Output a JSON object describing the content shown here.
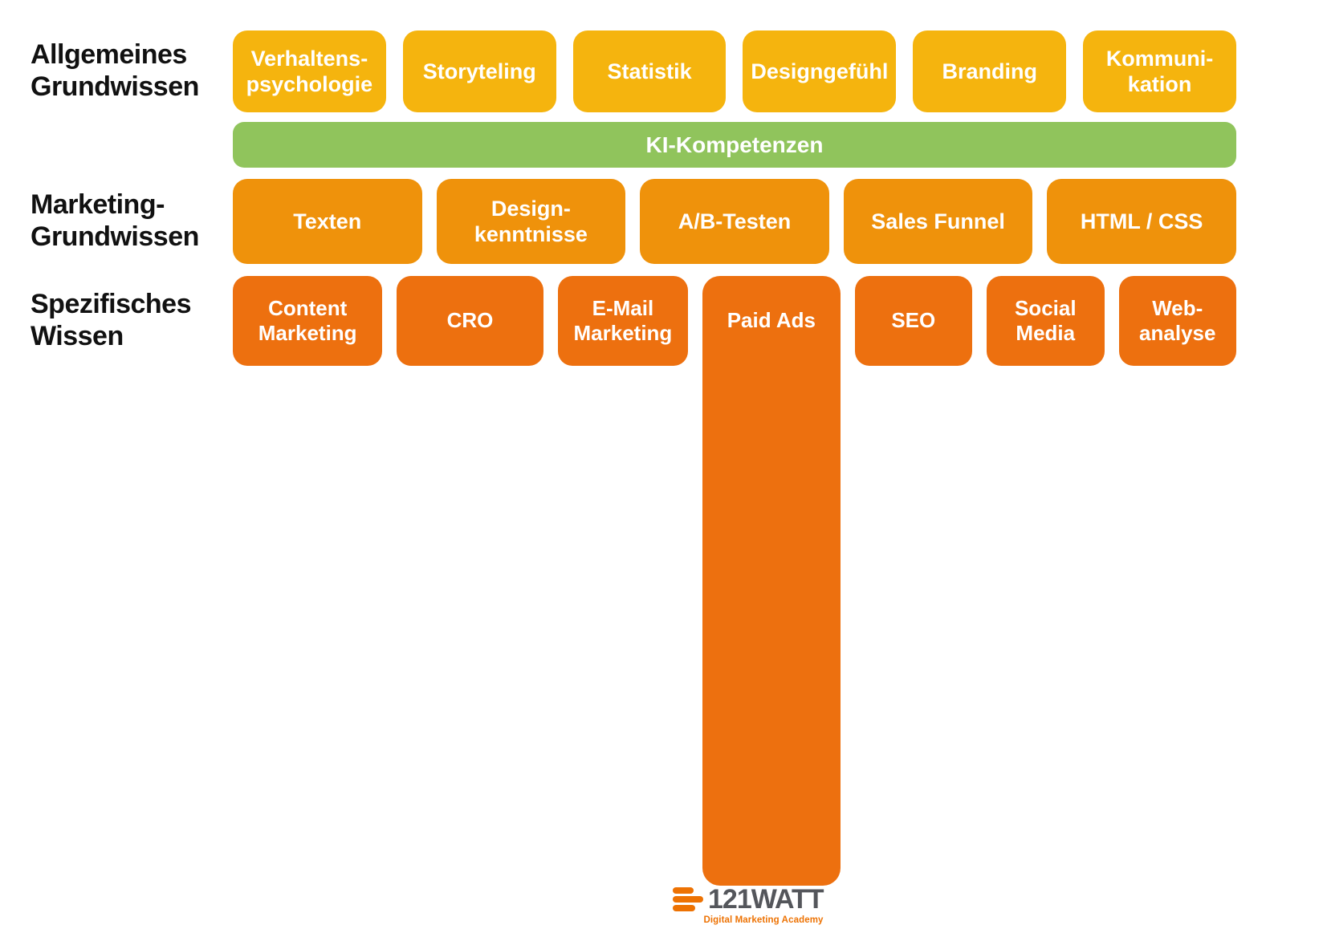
{
  "colors": {
    "general_yellow": "#F5B40E",
    "ki_green": "#90C45C",
    "marketing_orange": "#EF920B",
    "specific_dark_orange": "#ED700F",
    "logo_orange": "#ED7203",
    "logo_gray": "#54565B",
    "heading_black": "#111111"
  },
  "sections": [
    {
      "label": "Allgemeines\nGrundwissen",
      "items": [
        "Verhaltens-\npsychologie",
        "Storyteling",
        "Statistik",
        "Designgefühl",
        "Branding",
        "Kommuni-\nkation"
      ]
    },
    {
      "label": "Marketing-\nGrundwissen",
      "items": [
        "Texten",
        "Design-\nkenntnisse",
        "A/B-Testen",
        "Sales Funnel",
        "HTML / CSS"
      ]
    },
    {
      "label": "Spezifisches\nWissen",
      "items": [
        "Content\nMarketing",
        "CRO",
        "E-Mail\nMarketing",
        "Paid Ads",
        "SEO",
        "Social\nMedia",
        "Web-\nanalyse"
      ]
    }
  ],
  "ki_bar": {
    "label": "KI-Kompetenzen"
  },
  "logo": {
    "wordmark": "121WATT",
    "tagline": "Digital Marketing Academy"
  }
}
